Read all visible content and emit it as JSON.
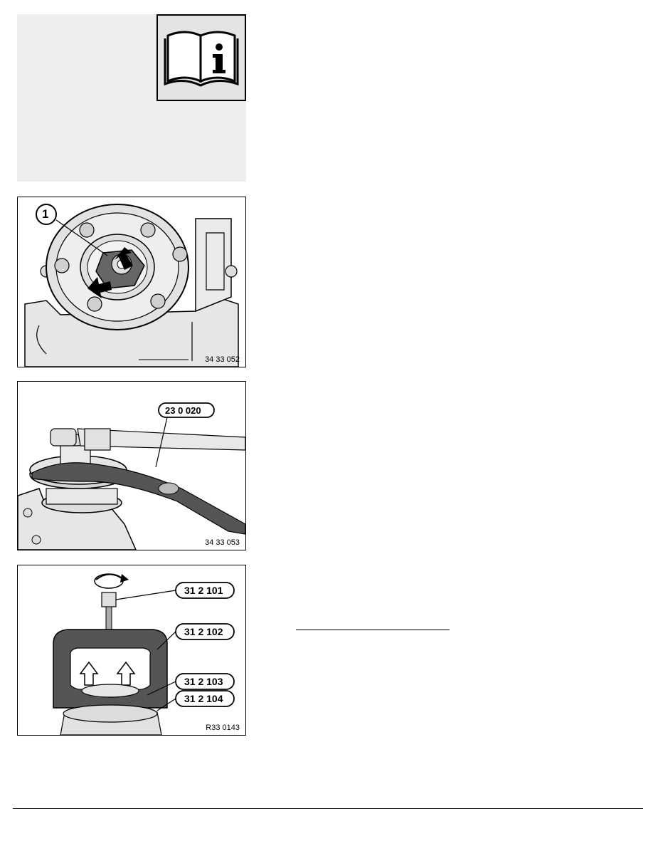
{
  "info_icon": "info-book-icon",
  "figures": [
    {
      "number": "34 33 052",
      "callouts": [
        "1"
      ]
    },
    {
      "number": "34 33 053",
      "callouts": [
        "23 0 020"
      ]
    },
    {
      "number": "R33 0143",
      "callouts": [
        "31 2 101",
        "31 2 102",
        "31 2 103",
        "31 2 104"
      ]
    }
  ],
  "colors": {
    "panel": "#eeeeee",
    "figure_fill": "#d8d8d8",
    "dark_part": "#555555",
    "outline": "#000000"
  }
}
